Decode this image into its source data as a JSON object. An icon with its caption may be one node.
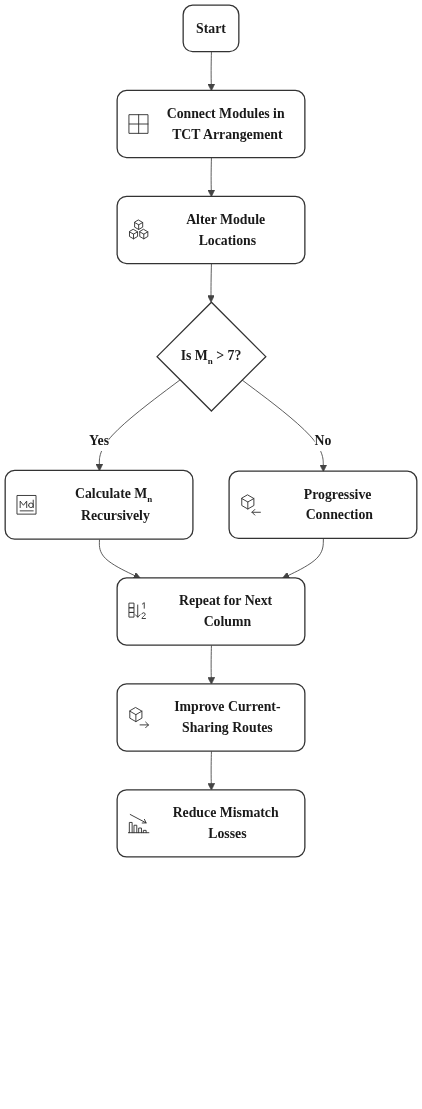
{
  "diagram": {
    "nodes": [
      {
        "text": [
          "Start"
        ]
      },
      {
        "text": [
          "Connect Modules in TCT Arrangement"
        ]
      },
      {
        "text": [
          "Alter Module Locations"
        ]
      },
      {
        "text": [
          "Is M$_{n}$ > 7?"
        ]
      },
      {
        "text": [
          "Calculate M$_{n}$ Recursively"
        ]
      },
      {
        "text": [
          "Progressive Connection"
        ]
      },
      {
        "text": [
          "Repeat for Next Column"
        ]
      },
      {
        "text": [
          "Improve Current-Sharing Routes"
        ]
      },
      {
        "text": [
          "Reduce Mismatch Losses"
        ]
      }
    ],
    "edges": [
      {
        "from": 0,
        "to": 1,
        "arrow": "to"
      },
      {
        "from": 1,
        "to": 2,
        "arrow": "to"
      },
      {
        "from": 2,
        "to": 3,
        "arrow": "to"
      },
      {
        "from": 3,
        "to": 4,
        "arrow": "to",
        "label": "Yes"
      },
      {
        "from": 3,
        "to": 5,
        "arrow": "to",
        "label": "No"
      },
      {
        "from": 4,
        "to": 6,
        "arrow": "to"
      },
      {
        "from": 5,
        "to": 6,
        "arrow": "to"
      },
      {
        "from": 6,
        "to": 7,
        "arrow": "to"
      },
      {
        "from": 7,
        "to": 8,
        "arrow": "to"
      }
    ]
  }
}
